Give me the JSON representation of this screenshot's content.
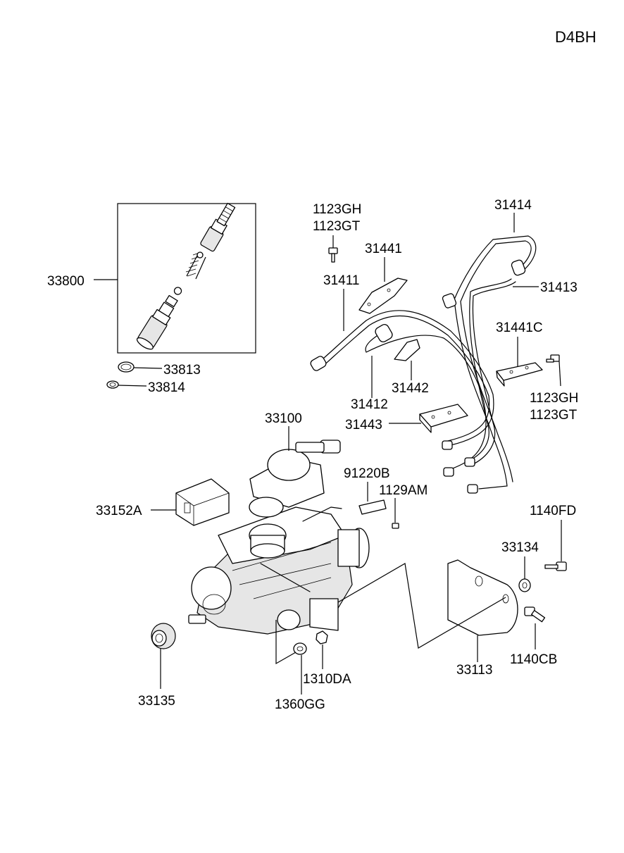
{
  "engine_code": "D4BH",
  "labels": {
    "p33800": "33800",
    "p33813": "33813",
    "p33814": "33814",
    "p1123GH_a": "1123GH",
    "p1123GT_a": "1123GT",
    "p31441": "31441",
    "p31414": "31414",
    "p31411": "31411",
    "p31413": "31413",
    "p31441C": "31441C",
    "p1123GH_b": "1123GH",
    "p1123GT_b": "1123GT",
    "p31442": "31442",
    "p31412": "31412",
    "p31443": "31443",
    "p33100": "33100",
    "p91220B": "91220B",
    "p1129AM": "1129AM",
    "p33152A": "33152A",
    "p1140FD": "1140FD",
    "p33134": "33134",
    "p33113": "33113",
    "p1140CB": "1140CB",
    "p1310DA": "1310DA",
    "p33135": "33135",
    "p1360GG": "1360GG"
  }
}
